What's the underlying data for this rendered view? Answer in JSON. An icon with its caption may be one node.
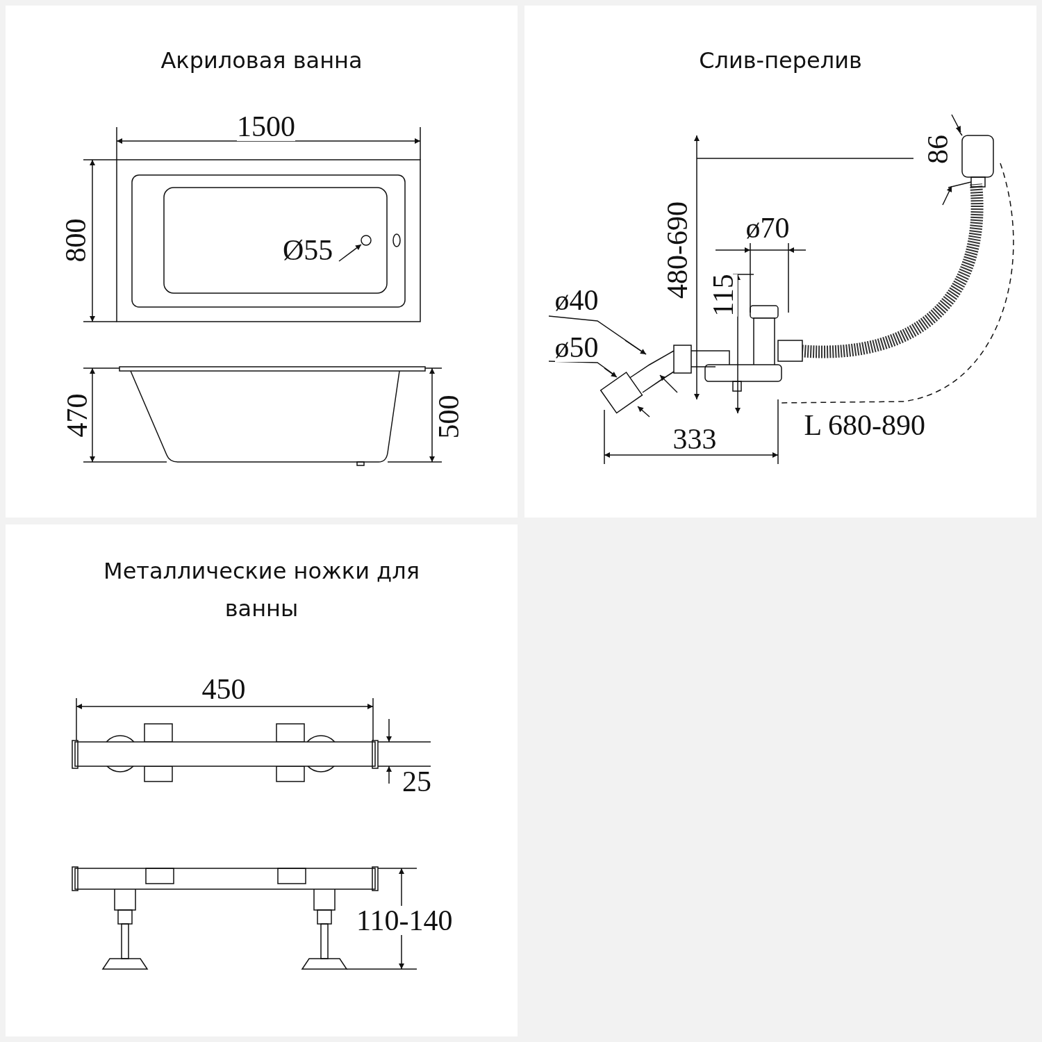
{
  "diagram": {
    "nodes": [
      {
        "text": [
          "Акриловая ванна"
        ]
      },
      {
        "text": [
          "Слив-перелив"
        ]
      },
      {
        "text": [
          "Металлические ножки для ванны"
        ]
      }
    ],
    "labels": [
      "1500",
      "800",
      "Ø55",
      "470",
      "500",
      "ø40",
      "ø50",
      "480-690",
      "ø70",
      "115",
      "86",
      "333",
      "L 680-890",
      "450",
      "25",
      "110-140"
    ]
  }
}
